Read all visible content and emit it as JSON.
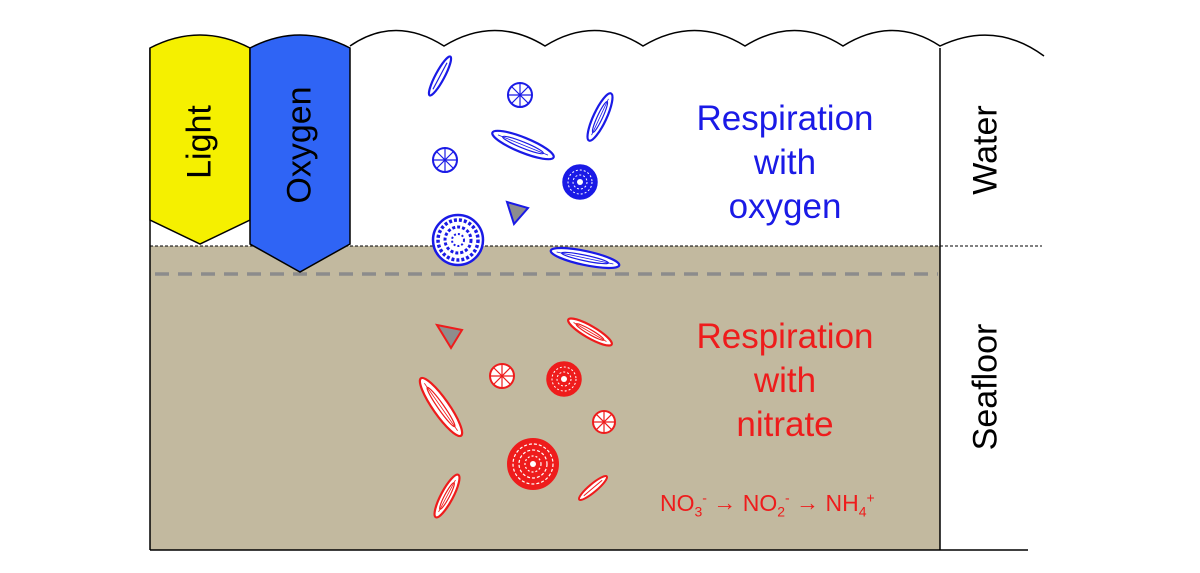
{
  "bars": {
    "light_label": "Light",
    "oxygen_label": "Oxygen"
  },
  "zones": {
    "water_label": "Water",
    "seafloor_label": "Seafloor"
  },
  "water_process": {
    "line1": "Respiration",
    "line2": "with",
    "line3": "oxygen"
  },
  "seafloor_process": {
    "line1": "Respiration",
    "line2": "with",
    "line3": "nitrate"
  },
  "equation": {
    "no3": "NO",
    "no3_sub": "3",
    "no3_sup": "-",
    "arrow1": "→",
    "no2": "NO",
    "no2_sub": "2",
    "no2_sup": "-",
    "arrow2": "→",
    "nh4": "NH",
    "nh4_sub": "4",
    "nh4_sup": "+"
  },
  "colors": {
    "light": "#f5f000",
    "oxygen": "#2f64f5",
    "sediment": "#c2b99f",
    "blue_organisms": "#1a1ae6",
    "red_organisms": "#ee1c1c",
    "grey_fill": "#8d8d8d"
  }
}
